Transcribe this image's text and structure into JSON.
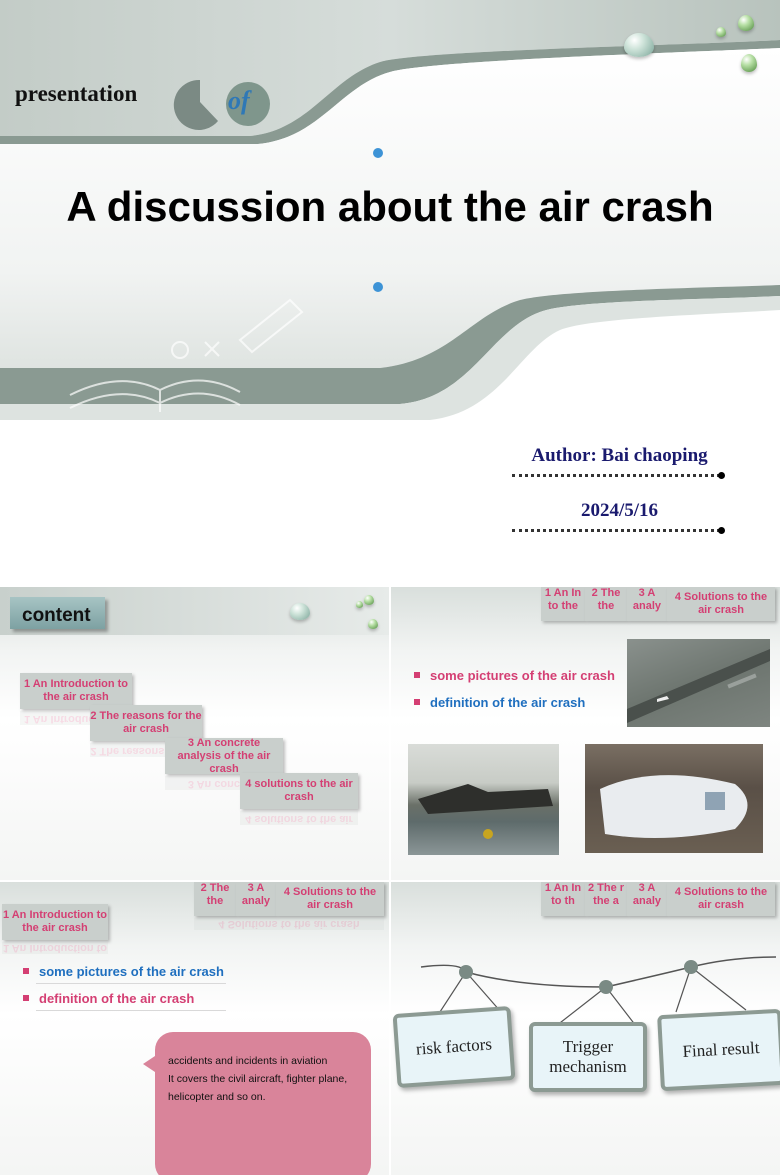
{
  "colors": {
    "accent_pink": "#d43f73",
    "accent_blue": "#1f6fbf",
    "navy": "#1a1a6e",
    "band_gray": "#8a9a92"
  },
  "cover": {
    "presentation_label": "presentation",
    "of_label": "of",
    "title": "A discussion about the air crash",
    "author": "Author: Bai chaoping",
    "date": "2024/5/16"
  },
  "toc": {
    "heading": "content",
    "items": [
      "1 An Introduction to the air crash",
      "2 The reasons for the air crash",
      "3 An concrete analysis of the air crash",
      "4  solutions to the air crash"
    ]
  },
  "slide2": {
    "tabs": [
      "1 An In to the",
      "2 The the",
      "3 A analy",
      "4  Solutions to the air crash"
    ],
    "bullets": [
      "some pictures of the air crash",
      "definition of the air crash"
    ]
  },
  "slide3": {
    "tabs": [
      "1 An Introduction to the air crash",
      "2 The the",
      "3 A analy",
      "4  Solutions to the air crash"
    ],
    "bullets": [
      "some pictures of the air crash",
      "definition of the air crash"
    ],
    "bubble_text": [
      "accidents and incidents in aviation",
      "It covers the civil aircraft, fighter plane,",
      "helicopter and so on."
    ]
  },
  "slide4": {
    "tabs": [
      "1 An In to th",
      "2 The r the a",
      "3 A analy",
      "4  Solutions to the air crash"
    ],
    "signs": [
      "risk factors",
      "Trigger mechanism",
      "Final result"
    ]
  }
}
